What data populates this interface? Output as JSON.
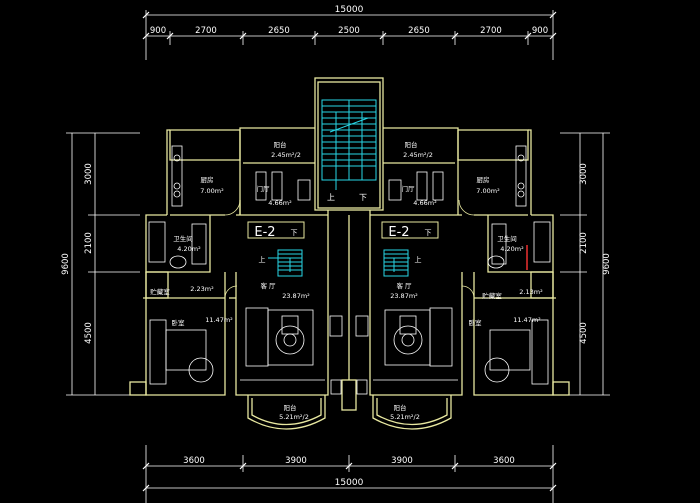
{
  "colors": {
    "background": "#000000",
    "wall": "#e8e8a0",
    "dimension": "#ffffff",
    "stair": "#28d6e6",
    "furniture": "#ffffff",
    "accent": "#ff3333"
  },
  "dimensions": {
    "overall_top": "15000",
    "overall_bottom": "15000",
    "top_segments": [
      "900",
      "2700",
      "2650",
      "2500",
      "2650",
      "2700",
      "900"
    ],
    "bottom_segments": [
      "3600",
      "3900",
      "3900",
      "3600"
    ],
    "left_total": "9600",
    "right_total": "9600",
    "left_segments": [
      "3000",
      "2100",
      "4500"
    ],
    "right_segments": [
      "3000",
      "2100",
      "4500"
    ]
  },
  "unit_label": "E-2",
  "stair_down": "下",
  "stair_up": "上",
  "left_unit": {
    "balcony_n": "阳台",
    "balcony_n_area": "2.45m²/2",
    "kitchen": "厨房",
    "kitchen_area": "7.00m²",
    "foyer": "门厅",
    "foyer_area": "4.66m²",
    "bath": "卫生间",
    "bath_area": "4.20m²",
    "storage": "贮藏室",
    "storage_area": "2.23m²",
    "bedroom": "卧室",
    "bedroom_area": "11.47m²",
    "living": "客 厅",
    "living_area": "23.87m²",
    "balcony_s": "阳台",
    "balcony_s_area": "5.21m²/2"
  },
  "right_unit": {
    "balcony_n": "阳台",
    "balcony_n_area": "2.45m²/2",
    "kitchen": "厨房",
    "kitchen_area": "7.00m²",
    "foyer": "门厅",
    "foyer_area": "4.66m²",
    "bath": "卫生间",
    "bath_area": "4.20m²",
    "storage": "贮藏室",
    "storage_area": "2.13m²",
    "bedroom": "卧室",
    "bedroom_area": "11.47m²",
    "living": "客 厅",
    "living_area": "23.87m²",
    "balcony_s": "阳台",
    "balcony_s_area": "5.21m²/2"
  }
}
